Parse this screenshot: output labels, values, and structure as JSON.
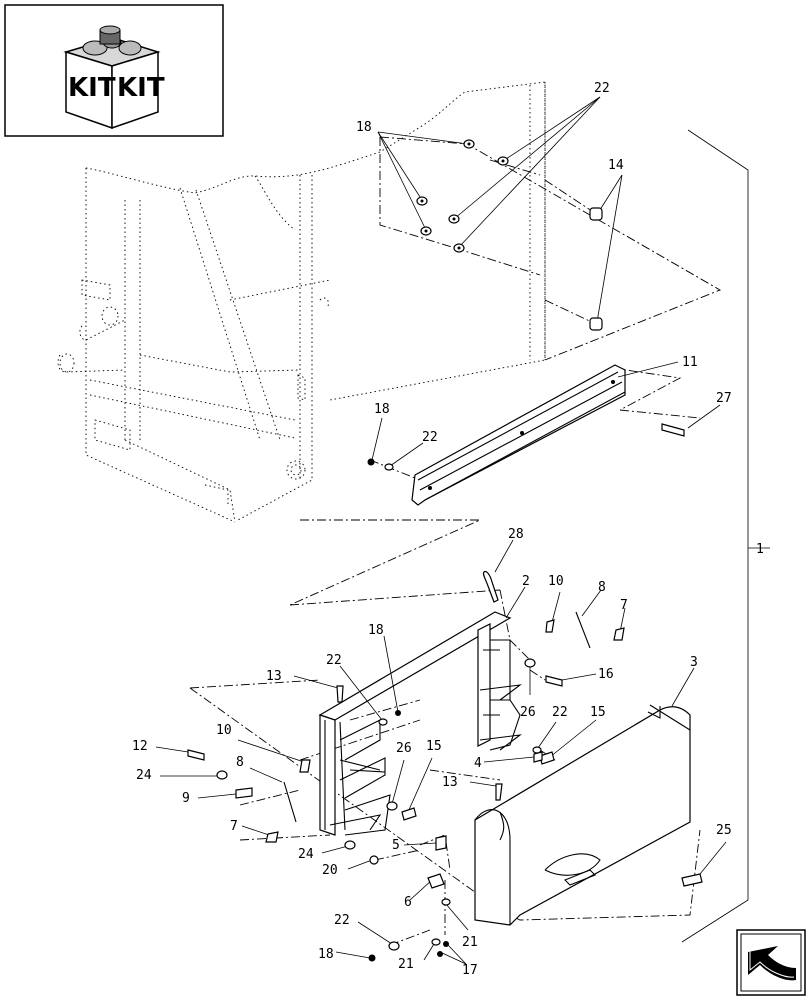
{
  "kit_icon": {
    "left_text": "KIT",
    "right_text": "KIT"
  },
  "nav_icon": "arrow-icon",
  "callouts": [
    "1",
    "2",
    "3",
    "4",
    "5",
    "6",
    "7",
    "7",
    "8",
    "8",
    "9",
    "10",
    "10",
    "11",
    "12",
    "13",
    "13",
    "14",
    "15",
    "15",
    "16",
    "17",
    "18",
    "18",
    "18",
    "18",
    "20",
    "21",
    "21",
    "22",
    "22",
    "22",
    "22",
    "22",
    "24",
    "24",
    "25",
    "26",
    "26",
    "27",
    "28"
  ]
}
